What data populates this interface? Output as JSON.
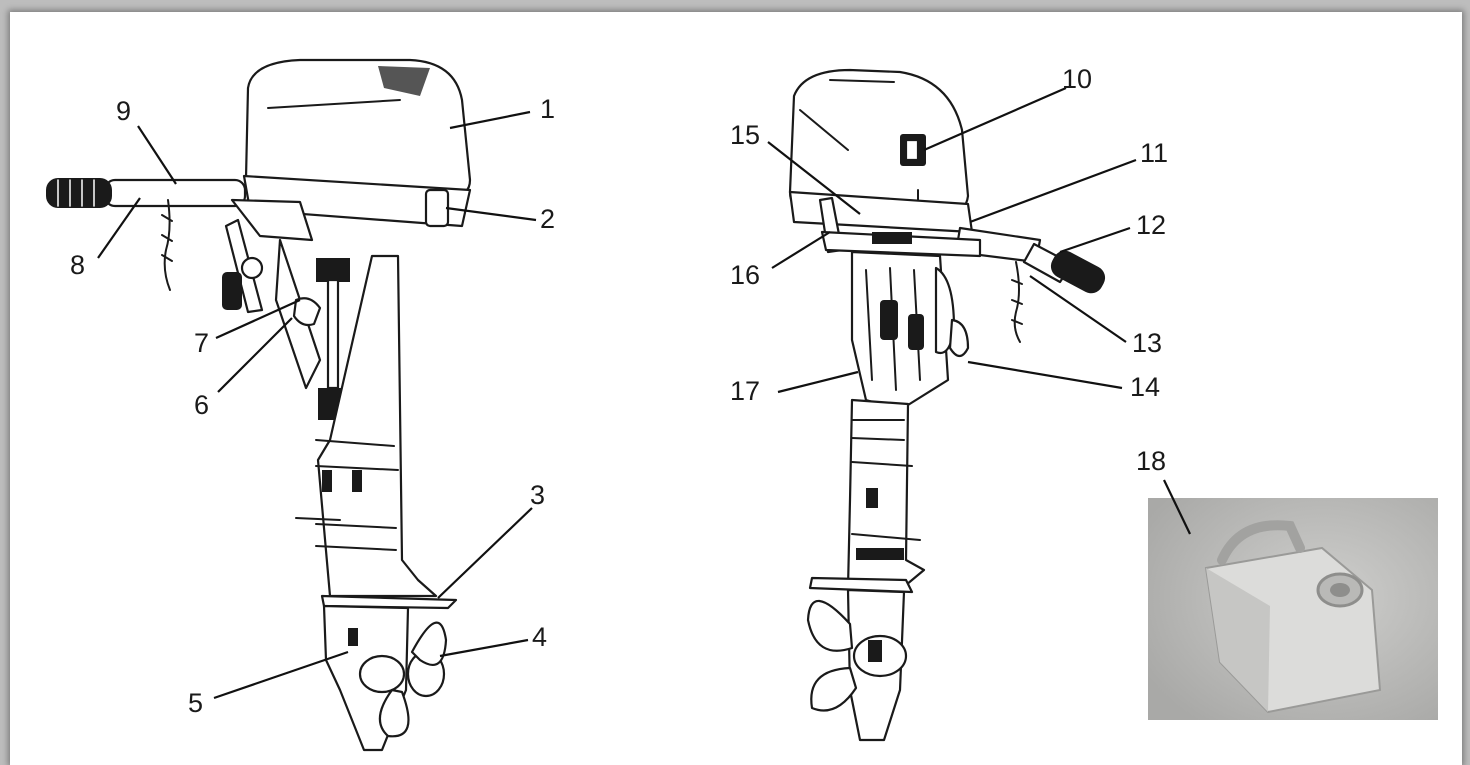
{
  "diagram": {
    "callouts": [
      {
        "id": "1",
        "label": "1"
      },
      {
        "id": "2",
        "label": "2"
      },
      {
        "id": "3",
        "label": "3"
      },
      {
        "id": "4",
        "label": "4"
      },
      {
        "id": "5",
        "label": "5"
      },
      {
        "id": "6",
        "label": "6"
      },
      {
        "id": "7",
        "label": "7"
      },
      {
        "id": "8",
        "label": "8"
      },
      {
        "id": "9",
        "label": "9"
      },
      {
        "id": "10",
        "label": "10"
      },
      {
        "id": "11",
        "label": "11"
      },
      {
        "id": "12",
        "label": "12"
      },
      {
        "id": "13",
        "label": "13"
      },
      {
        "id": "14",
        "label": "14"
      },
      {
        "id": "15",
        "label": "15"
      },
      {
        "id": "16",
        "label": "16"
      },
      {
        "id": "17",
        "label": "17"
      },
      {
        "id": "18",
        "label": "18"
      }
    ],
    "colors": {
      "background": "#ffffff",
      "line": "#1a1a1a",
      "photo": "#b9b9b7"
    }
  }
}
